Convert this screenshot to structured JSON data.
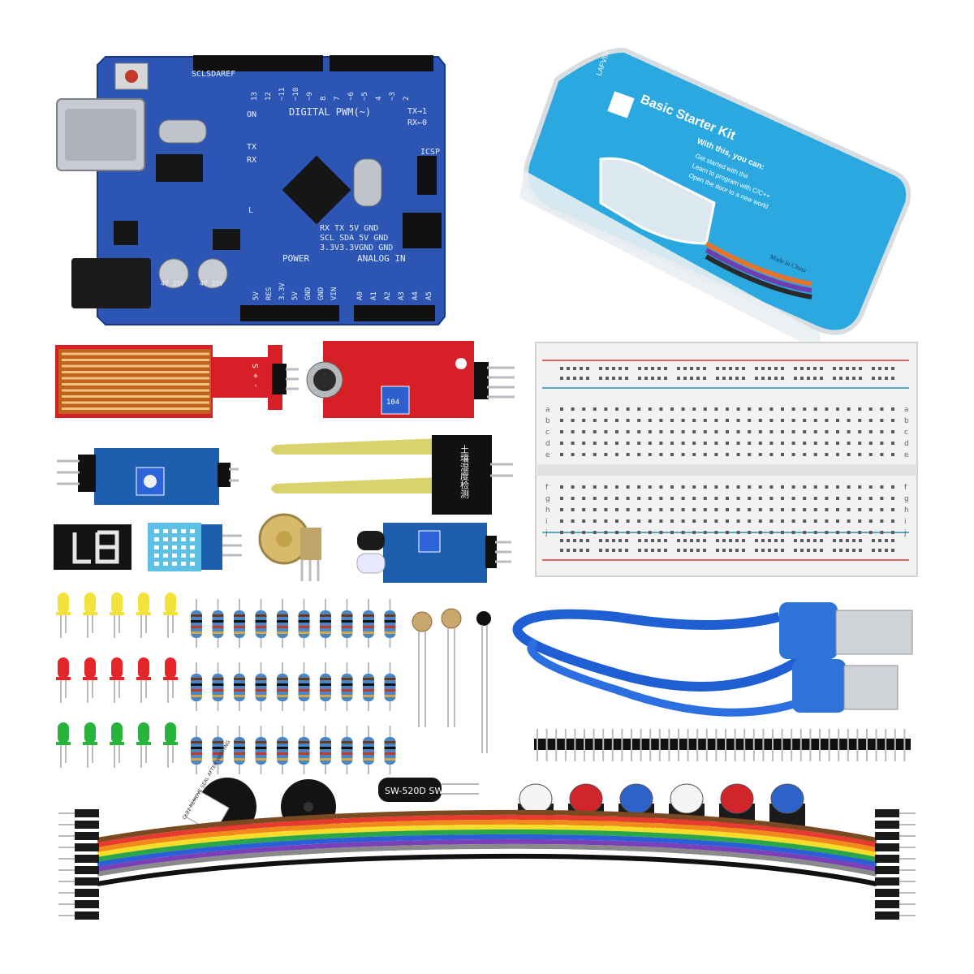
{
  "uno_board": {
    "header_digital": "DIGITAL PWM(~)",
    "header_power": "POWER",
    "header_analog": "ANALOG IN",
    "label_on": "ON",
    "label_tx": "TX",
    "label_rx": "RX",
    "label_l": "L",
    "label_icsp": "ICSP",
    "label_tx_arrow": "TX→1",
    "label_rx_arrow": "RX←0",
    "label_sclsda": "SCLSDAREF",
    "label_gnd": "GND",
    "label_uart_row1": "RX  TX  5V  GND",
    "label_uart_row2": "SCL SDA 5V  GND",
    "label_uart_row3": "3.3V3.3VGND GND",
    "power_pins": [
      "5V",
      "RES",
      "3.3V",
      "5V",
      "GND",
      "GND",
      "VIN"
    ],
    "analog_pins": [
      "A0",
      "A1",
      "A2",
      "A3",
      "A4",
      "A5"
    ],
    "digital_pins": [
      "13",
      "12",
      "~11",
      "~10",
      "~9",
      "8",
      "7",
      "~6",
      "~5",
      "4",
      "~3",
      "2"
    ],
    "cap_label_1": "47 35V",
    "cap_label_2": "47 35V"
  },
  "kit_box": {
    "brand": "LAFVIN",
    "title": "Basic Starter Kit",
    "subtitle": "With this, you can:",
    "bullets": [
      "Get started with the",
      "Learn to program with C/C++",
      "Open the door to a new world"
    ],
    "origin": "Made in China"
  },
  "sensors": {
    "water_pins": "- + S",
    "sound_pot": "104",
    "soil_label": "土壤湿度检测"
  },
  "buzzer_label": "CL22 REMOVE SEAL AFTER WASHING",
  "tilt_label": "SW-520D SW",
  "breadboard": {
    "row_letters_top": [
      "a",
      "b",
      "c",
      "d",
      "e"
    ],
    "row_letters_bottom": [
      "f",
      "g",
      "h",
      "i",
      "j"
    ]
  },
  "colors": {
    "pcb_blue": "#2d55b4",
    "sensor_blue": "#1d5fae",
    "sensor_red": "#d61f26",
    "kit_box_blue": "#2ba8e0",
    "usb_cable_blue": "#1f5fd3"
  }
}
